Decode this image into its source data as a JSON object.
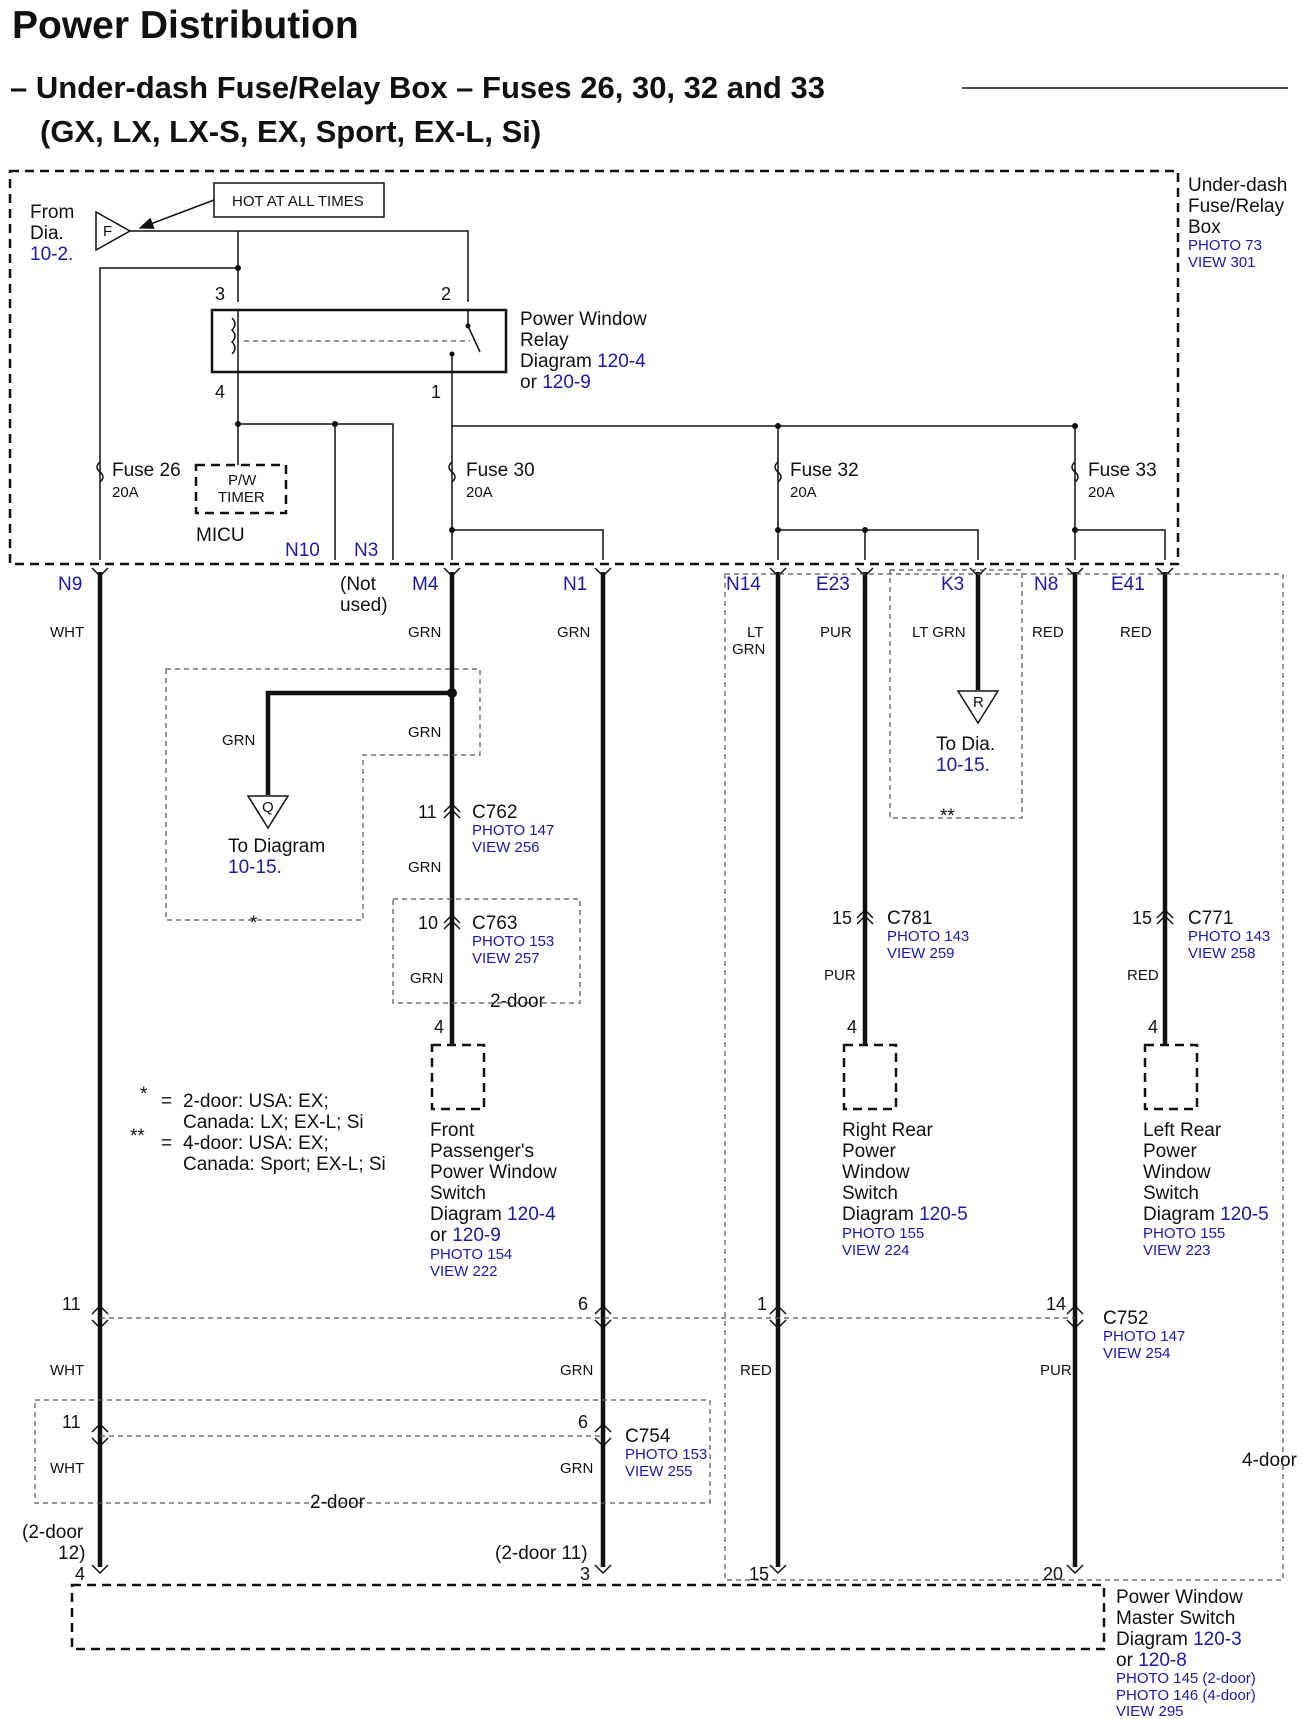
{
  "title": "Power Distribution",
  "subtitle_line1": "– Under-dash Fuse/Relay Box – Fuses 26, 30, 32 and 33",
  "subtitle_line2": "(GX, LX, LX-S, EX, Sport, EX-L, Si)",
  "fuse_box": {
    "name_lines": [
      "Under-dash",
      "Fuse/Relay",
      "Box"
    ],
    "photo": "PHOTO 73",
    "view": "VIEW 301",
    "hot_label": "HOT AT ALL TIMES",
    "from_lines": [
      "From",
      "Dia."
    ],
    "from_ref": "10-2.",
    "from_letter": "F",
    "relay": {
      "name_lines": [
        "Power Window",
        "Relay"
      ],
      "diagram_prefix": "Diagram ",
      "diagram_ref": "120-4",
      "or_prefix": "or ",
      "or_ref": "120-9",
      "pins": [
        "3",
        "2",
        "4",
        "1"
      ]
    },
    "fuses": [
      {
        "name": "Fuse 26",
        "rating": "20A"
      },
      {
        "name": "Fuse 30",
        "rating": "20A"
      },
      {
        "name": "Fuse 32",
        "rating": "20A"
      },
      {
        "name": "Fuse 33",
        "rating": "20A"
      }
    ],
    "timer_lines": [
      "P/W",
      "TIMER"
    ],
    "micu": "MICU",
    "not_used_lines": [
      "(Not",
      "used)"
    ]
  },
  "terminals": [
    "N9",
    "N10",
    "N3",
    "M4",
    "N1",
    "N14",
    "E23",
    "K3",
    "N8",
    "E41"
  ],
  "wire_colors": {
    "n9": "WHT",
    "m4": "GRN",
    "n1": "GRN",
    "n14_a": "LT",
    "n14_b": "GRN",
    "e23": "PUR",
    "k3": "LT GRN",
    "n8": "RED",
    "e41": "RED",
    "q_branch": "GRN",
    "m4_b": "GRN",
    "m4_c": "GRN",
    "m4_d": "GRN",
    "e23_b": "PUR",
    "e41_b": "RED",
    "w11": "WHT",
    "w6": "GRN",
    "w1": "RED",
    "w14": "PUR",
    "w11b": "WHT",
    "w6b": "GRN"
  },
  "q_ref": {
    "letter": "Q",
    "text": "To Diagram",
    "ref": "10-15.",
    "star": "*"
  },
  "r_ref": {
    "letter": "R",
    "text": "To Dia.",
    "ref": "10-15.",
    "star": "**"
  },
  "connectors": {
    "c762": {
      "name": "C762",
      "pin": "11",
      "photo": "PHOTO 147",
      "view": "VIEW 256"
    },
    "c763": {
      "name": "C763",
      "pin": "10",
      "photo": "PHOTO 153",
      "view": "VIEW 257",
      "note": "2-door"
    },
    "c781": {
      "name": "C781",
      "pin": "15",
      "photo": "PHOTO 143",
      "view": "VIEW 259"
    },
    "c771": {
      "name": "C771",
      "pin": "15",
      "photo": "PHOTO 143",
      "view": "VIEW 258"
    },
    "c752": {
      "name": "C752",
      "pins": [
        "11",
        "6",
        "1",
        "14"
      ],
      "photo": "PHOTO 147",
      "view": "VIEW 254"
    },
    "c754": {
      "name": "C754",
      "pins": [
        "11",
        "6"
      ],
      "photo": "PHOTO 153",
      "view": "VIEW 255",
      "note": "2-door"
    }
  },
  "switches": {
    "front": {
      "pin": "4",
      "name_lines": [
        "Front",
        "Passenger's",
        "Power Window",
        "Switch"
      ],
      "diagram_prefix": "Diagram ",
      "diagram_ref": "120-4",
      "or_prefix": "or ",
      "or_ref": "120-9",
      "photo": "PHOTO 154",
      "view": "VIEW 222"
    },
    "right_rear": {
      "pin": "4",
      "name_lines": [
        "Right Rear",
        "Power",
        "Window",
        "Switch"
      ],
      "diagram_prefix": "Diagram ",
      "diagram_ref": "120-5",
      "photo": "PHOTO 155",
      "view": "VIEW 224"
    },
    "left_rear": {
      "pin": "4",
      "name_lines": [
        "Left Rear",
        "Power",
        "Window",
        "Switch"
      ],
      "diagram_prefix": "Diagram ",
      "diagram_ref": "120-5",
      "photo": "PHOTO 155",
      "view": "VIEW 223"
    }
  },
  "legend": {
    "star1": "*",
    "eq": "=",
    "line1a": "2-door: USA: EX;",
    "line1b": "Canada: LX; EX-L; Si",
    "star2": "**",
    "line2a": "4-door: USA: EX;",
    "line2b": "Canada: Sport; EX-L; Si"
  },
  "four_door": "4-door",
  "master": {
    "name_lines": [
      "Power Window",
      "Master Switch"
    ],
    "diagram_prefix": "Diagram ",
    "diagram_ref": "120-3",
    "or_prefix": "or ",
    "or_ref": "120-8",
    "photo1": "PHOTO 145 (2-door)",
    "photo2": "PHOTO 146 (4-door)",
    "view": "VIEW 295",
    "pins": [
      "4",
      "3",
      "15",
      "20"
    ],
    "alt_left_lines": [
      "(2-door",
      "12)"
    ],
    "alt_mid": "(2-door 11)"
  },
  "colors": {
    "ink": "#111111",
    "ref_blue": "#1a1aa6",
    "box_fill": "#eeeeee"
  }
}
